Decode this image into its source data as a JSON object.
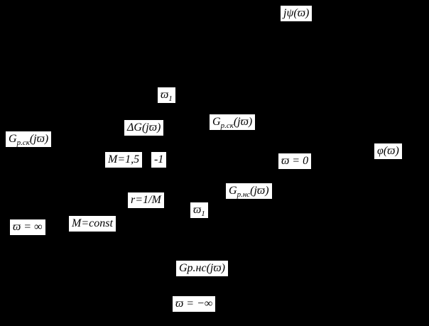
{
  "canvas": {
    "background_color": "#000000",
    "label_background_color": "#ffffff",
    "label_text_color": "#000000"
  },
  "labels": [
    {
      "id": "j-psi-omega",
      "pre": "jψ(ϖ)"
    },
    {
      "id": "omega1-upper",
      "pre": "ϖ",
      "sub": "1"
    },
    {
      "id": "delta-g",
      "pre": "ΔG(jϖ)"
    },
    {
      "id": "g-rsk-mid",
      "pre": "G",
      "sub": "р.ск",
      "post": "(jϖ)"
    },
    {
      "id": "g-rsk-left",
      "pre": "G",
      "sub": "р.ск",
      "post": "(jϖ)"
    },
    {
      "id": "m-1-5",
      "pre": "M=1,5"
    },
    {
      "id": "minus-one",
      "pre": "-1"
    },
    {
      "id": "omega-zero",
      "pre": "ϖ = 0"
    },
    {
      "id": "phi-omega",
      "pre": "φ(ϖ)"
    },
    {
      "id": "g-rns-mid",
      "pre": "G",
      "sub": "р.нс",
      "post": "(jϖ)"
    },
    {
      "id": "r-1-m",
      "pre": "r=1/M"
    },
    {
      "id": "omega1-lower",
      "pre": "ϖ",
      "sub": "1"
    },
    {
      "id": "omega-inf",
      "pre": "ϖ = ∞"
    },
    {
      "id": "m-const",
      "pre": "M=const"
    },
    {
      "id": "g-rns-bottom",
      "pre": "Gр.нс(jϖ)"
    },
    {
      "id": "omega-neg-inf",
      "pre": "ϖ = −∞"
    }
  ]
}
